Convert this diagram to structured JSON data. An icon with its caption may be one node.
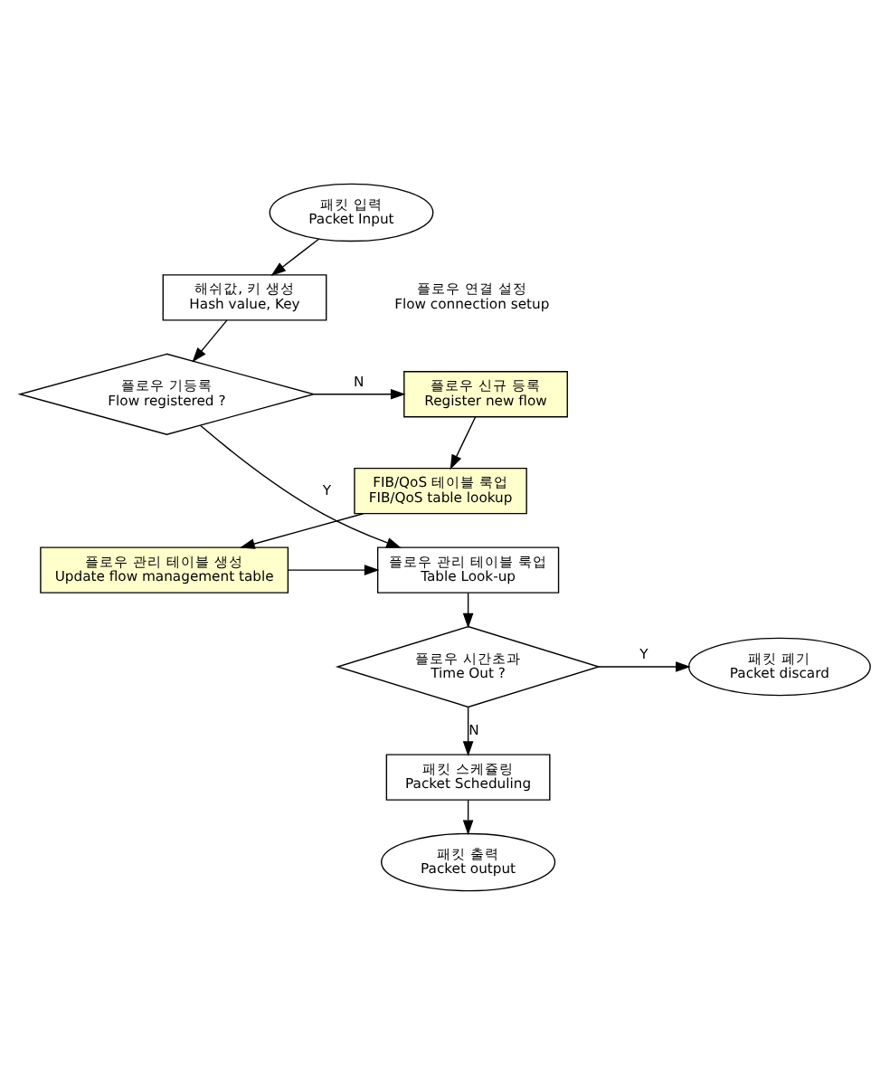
{
  "diagram": {
    "nodes": [
      {
        "text": [
          "패킷 입력",
          "Packet Input"
        ]
      },
      {
        "text": [
          "해쉬값, 키 생성",
          "Hash value, Key"
        ]
      },
      {
        "text": [
          "플로우 기등록",
          "Flow registered ?"
        ]
      },
      {
        "text": [
          "플로우 관리 테이블 룩업",
          "Table Look-up"
        ]
      },
      {
        "text": [
          "플로우 시간초과",
          "Time Out ?"
        ]
      },
      {
        "text": [
          "패킷 스케쥴링",
          "Packet Scheduling"
        ]
      },
      {
        "text": [
          "패킷 출력",
          "Packet output"
        ]
      },
      {
        "text": [
          "패킷 폐기",
          "Packet discard"
        ]
      },
      {
        "text": [
          "플로우 신규 등록",
          "Register new flow"
        ]
      },
      {
        "text": [
          "FIB/QoS 테이블 룩업",
          "FIB/QoS table lookup"
        ]
      },
      {
        "text": [
          "플로우 관리 테이블 생성",
          "Update flow management table"
        ]
      }
    ],
    "edges": [
      {
        "from": 0,
        "to": 1,
        "arrow": "to"
      },
      {
        "from": 1,
        "to": 2,
        "arrow": "to"
      },
      {
        "from": 2,
        "to": 8,
        "arrow": "to",
        "label": "N"
      },
      {
        "from": 2,
        "to": 3,
        "arrow": "to",
        "label": "Y"
      },
      {
        "from": 8,
        "to": 9,
        "arrow": "to"
      },
      {
        "from": 9,
        "to": 10,
        "arrow": "to"
      },
      {
        "from": 10,
        "to": 3,
        "arrow": "to"
      },
      {
        "from": 3,
        "to": 4,
        "arrow": "to"
      },
      {
        "from": 4,
        "to": 7,
        "arrow": "to",
        "label": "Y"
      },
      {
        "from": 4,
        "to": 5,
        "arrow": "to",
        "label": "N"
      },
      {
        "from": 5,
        "to": 6,
        "arrow": "to"
      }
    ],
    "labels": [
      "플로우 연결 설정",
      "Flow connection setup"
    ]
  }
}
